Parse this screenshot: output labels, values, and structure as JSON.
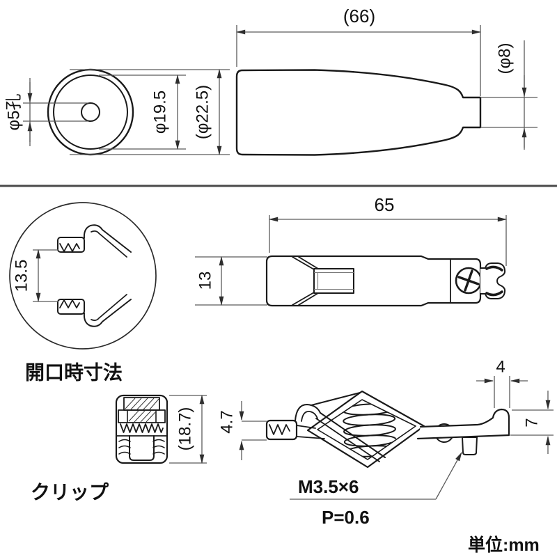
{
  "page": {
    "background": "#ffffff"
  },
  "colors": {
    "outline": "#1a1a1a",
    "dimension_line": "#5a5a5a",
    "arrow": "#2e2e2e",
    "text": "#111111",
    "divider": "#4a4a4a"
  },
  "views": {
    "boot_front": {
      "hole_dia": "φ5孔",
      "inner_dia": "φ19.5",
      "outer_dia": "(φ22.5)"
    },
    "boot_side": {
      "length": "(66)",
      "tip_dia": "(φ8)"
    },
    "open_jaw": {
      "gap": "13.5",
      "caption": "開口時寸法"
    },
    "clip_top": {
      "length": "65",
      "width": "13"
    },
    "clip_front": {
      "height": "(18.7)",
      "caption": "クリップ"
    },
    "clip_side": {
      "jaw_opening": "4.7",
      "tab_width": "4",
      "tab_height": "7",
      "screw_spec": "M3.5×6",
      "thread_pitch": "P=0.6"
    }
  },
  "footer": {
    "unit_note": "単位:mm"
  }
}
